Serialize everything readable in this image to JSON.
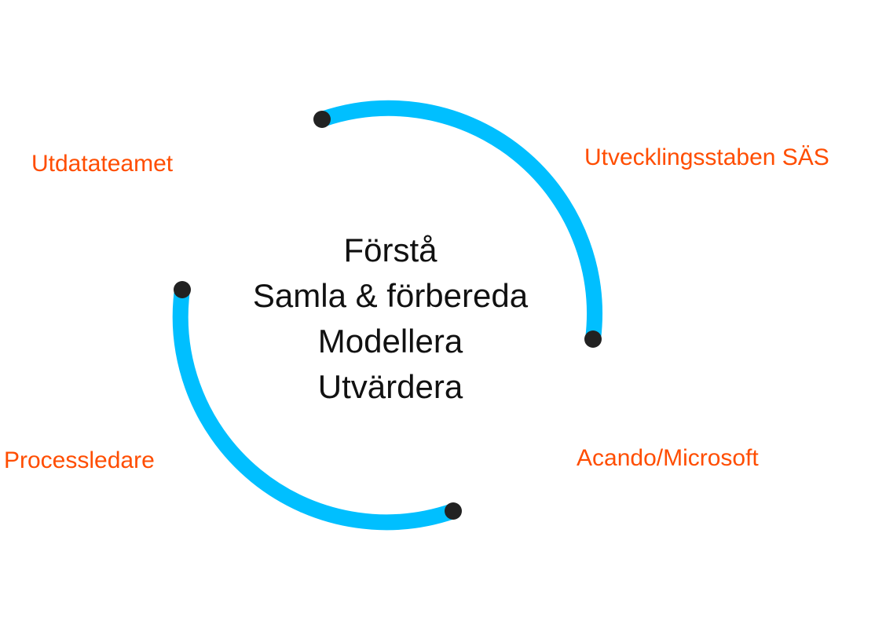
{
  "center_lines": [
    "Förstå",
    "Samla & förbereda",
    "Modellera",
    "Utvärdera"
  ],
  "labels": {
    "top_left": "Utdatateamet",
    "top_right": "Utvecklingsstaben SÄS",
    "bottom_left": "Processledare",
    "bottom_right": "Acando/Microsoft"
  },
  "colors": {
    "arc": "#00bfff",
    "dot": "#222222",
    "label": "#ff4d00"
  }
}
